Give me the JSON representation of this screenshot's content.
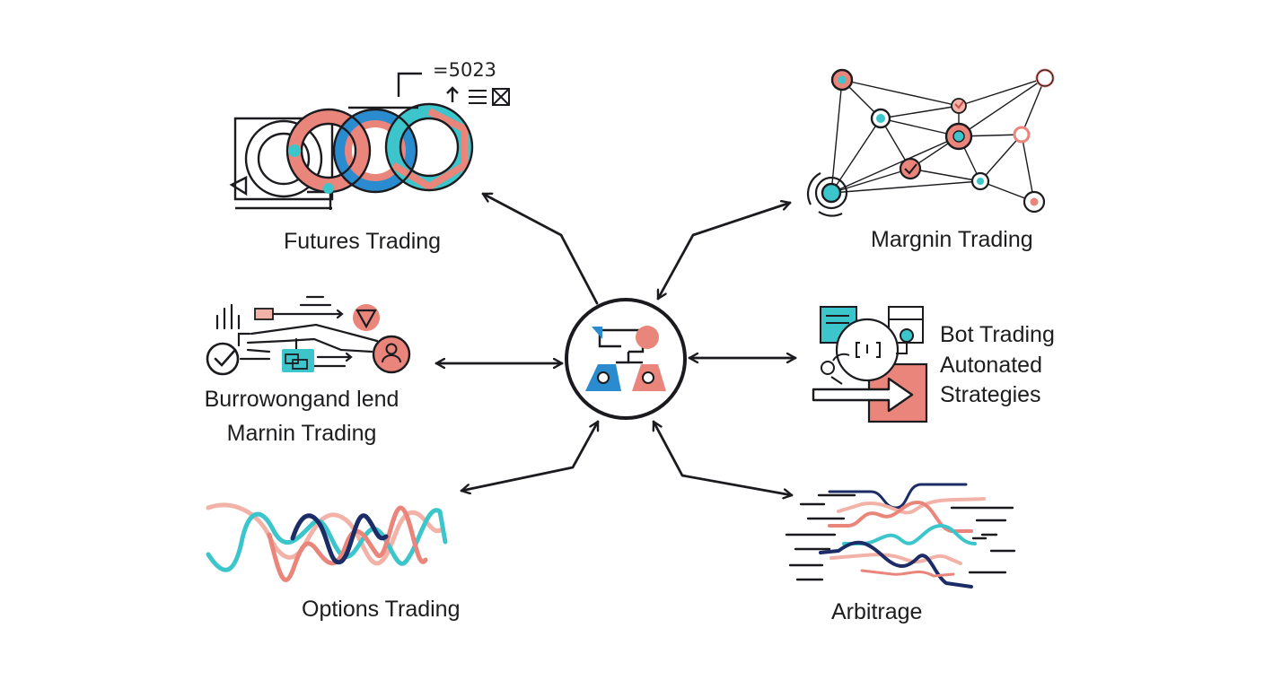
{
  "colors": {
    "ink": "#1b1b1f",
    "coral": "#e9857b",
    "salmon": "#f3b2a8",
    "teal": "#3cc6cc",
    "blue": "#2a8ccf",
    "navy": "#1c2c66",
    "red": "#c9524b"
  },
  "nodes": {
    "futures": {
      "label": "Futures Trading"
    },
    "margin_top": {
      "label": "Margnin Trading"
    },
    "borrowing": {
      "line1": "Burrowongand lend",
      "line2": "Marnin Trading"
    },
    "bot": {
      "line1": "Bot Trading",
      "line2": "Autonated",
      "line3": "Strategies"
    },
    "options": {
      "label": "Options Trading"
    },
    "arbitrage": {
      "label": "Arbitrage"
    }
  },
  "futures_readout": {
    "value": "=5023",
    "glyphs": "↑ ≡ ⊠"
  },
  "icons": {
    "hub": "exchange-hub-icon",
    "futures": "interlocking-rings-icon",
    "margin": "network-graph-icon",
    "borrowing": "lending-flow-icon",
    "bot": "bot-strategy-icon",
    "options": "wave-chart-icon",
    "arbitrage": "price-lines-icon"
  }
}
